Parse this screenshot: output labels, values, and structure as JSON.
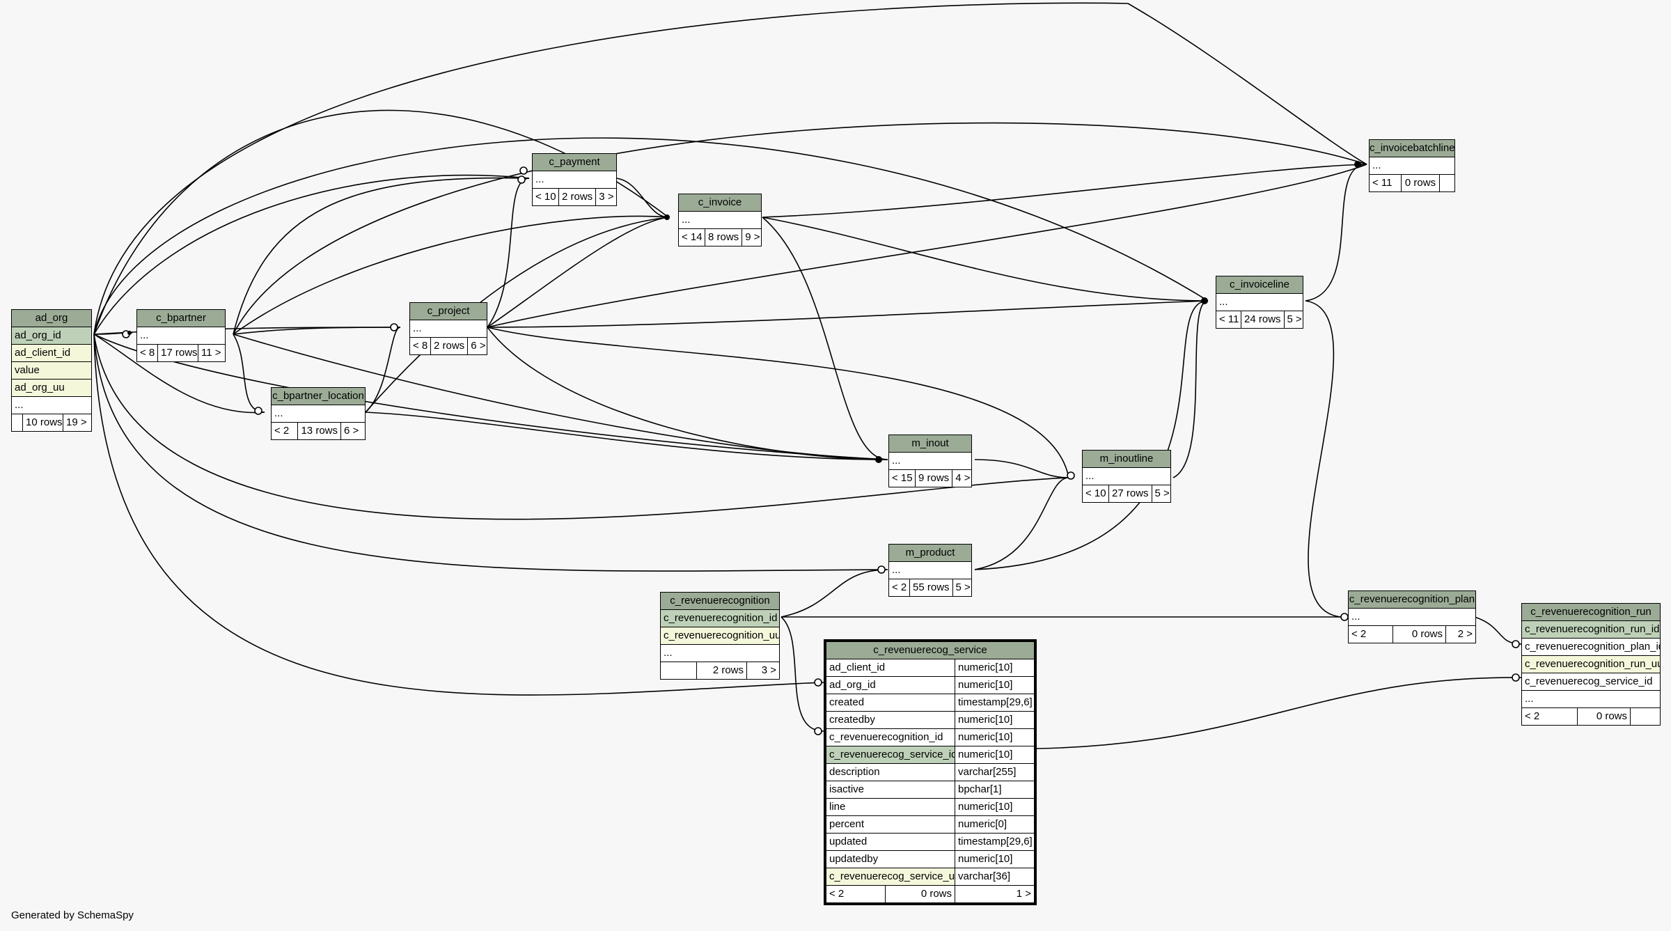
{
  "footer": "Generated by SchemaSpy",
  "colors": {
    "header": "#9bab96",
    "primary_key": "#bed1b8",
    "indexed": "#f4f7da",
    "background": "#f7f7f7"
  },
  "tables": {
    "ad_org": {
      "title": "ad_org",
      "rows": [
        "ad_org_id",
        "ad_client_id",
        "value",
        "ad_org_uu",
        "..."
      ],
      "foot": [
        "",
        "10 rows",
        "19 >"
      ]
    },
    "c_bpartner": {
      "title": "c_bpartner",
      "rows": [
        "..."
      ],
      "foot": [
        "< 8",
        "17 rows",
        "11 >"
      ]
    },
    "c_bpartner_location": {
      "title": "c_bpartner_location",
      "rows": [
        "..."
      ],
      "foot": [
        "< 2",
        "13 rows",
        "6 >"
      ]
    },
    "c_payment": {
      "title": "c_payment",
      "rows": [
        "..."
      ],
      "foot": [
        "< 10",
        "2 rows",
        "3 >"
      ]
    },
    "c_project": {
      "title": "c_project",
      "rows": [
        "..."
      ],
      "foot": [
        "< 8",
        "2 rows",
        "6 >"
      ]
    },
    "c_invoice": {
      "title": "c_invoice",
      "rows": [
        "..."
      ],
      "foot": [
        "< 14",
        "8 rows",
        "9 >"
      ]
    },
    "m_inout": {
      "title": "m_inout",
      "rows": [
        "..."
      ],
      "foot": [
        "< 15",
        "9 rows",
        "4 >"
      ]
    },
    "m_inoutline": {
      "title": "m_inoutline",
      "rows": [
        "..."
      ],
      "foot": [
        "< 10",
        "27 rows",
        "5 >"
      ]
    },
    "m_product": {
      "title": "m_product",
      "rows": [
        "..."
      ],
      "foot": [
        "< 2",
        "55 rows",
        "5 >"
      ]
    },
    "c_invoiceline": {
      "title": "c_invoiceline",
      "rows": [
        "..."
      ],
      "foot": [
        "< 11",
        "24 rows",
        "5 >"
      ]
    },
    "c_invoicebatchline": {
      "title": "c_invoicebatchline",
      "rows": [
        "..."
      ],
      "foot": [
        "< 11",
        "0 rows",
        ""
      ]
    },
    "c_revenuerecognition": {
      "title": "c_revenuerecognition",
      "rows": [
        "c_revenuerecognition_id",
        "c_revenuerecognition_uu",
        "..."
      ],
      "foot": [
        "",
        "2 rows",
        "3 >"
      ]
    },
    "c_revenuerecognition_plan": {
      "title": "c_revenuerecognition_plan",
      "rows": [
        "..."
      ],
      "foot": [
        "< 2",
        "0 rows",
        "2 >"
      ]
    },
    "c_revenuerecognition_run": {
      "title": "c_revenuerecognition_run",
      "rows": [
        "c_revenuerecognition_run_id",
        "c_revenuerecognition_plan_id",
        "c_revenuerecognition_run_uu",
        "c_revenuerecog_service_id",
        "..."
      ],
      "foot": [
        "< 2",
        "0 rows",
        ""
      ]
    },
    "c_revenuerecog_service": {
      "title": "c_revenuerecog_service",
      "columns": [
        {
          "name": "ad_client_id",
          "type": "numeric[10]"
        },
        {
          "name": "ad_org_id",
          "type": "numeric[10]"
        },
        {
          "name": "created",
          "type": "timestamp[29,6]"
        },
        {
          "name": "createdby",
          "type": "numeric[10]"
        },
        {
          "name": "c_revenuerecognition_id",
          "type": "numeric[10]"
        },
        {
          "name": "c_revenuerecog_service_id",
          "type": "numeric[10]"
        },
        {
          "name": "description",
          "type": "varchar[255]"
        },
        {
          "name": "isactive",
          "type": "bpchar[1]"
        },
        {
          "name": "line",
          "type": "numeric[10]"
        },
        {
          "name": "percent",
          "type": "numeric[0]"
        },
        {
          "name": "updated",
          "type": "timestamp[29,6]"
        },
        {
          "name": "updatedby",
          "type": "numeric[10]"
        },
        {
          "name": "c_revenuerecog_service_uu",
          "type": "varchar[36]"
        }
      ],
      "foot": [
        "< 2",
        "0 rows",
        "1 >"
      ]
    }
  }
}
